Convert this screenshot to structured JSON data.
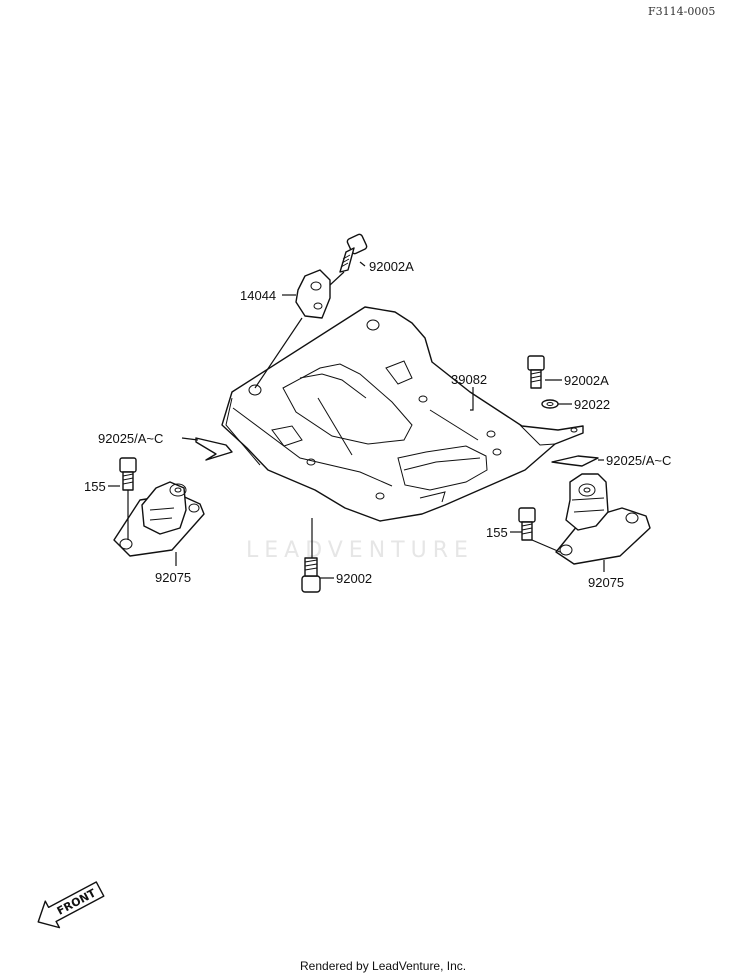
{
  "diagram_code": "F3114-0005",
  "watermark": "LEADVENTURE",
  "front_marker": "FRONT",
  "credit": "Rendered by LeadVenture, Inc.",
  "labels": {
    "bolt_top": "92002A",
    "bracket_14044": "14044",
    "plate_39082": "39082",
    "bolt_right": "92002A",
    "washer_right": "92022",
    "clip_left": "92025/A~C",
    "clip_right": "92025/A~C",
    "bolt155_left": "155",
    "bolt155_right": "155",
    "mount_left": "92075",
    "mount_right": "92075",
    "bolt_bottom": "92002"
  }
}
